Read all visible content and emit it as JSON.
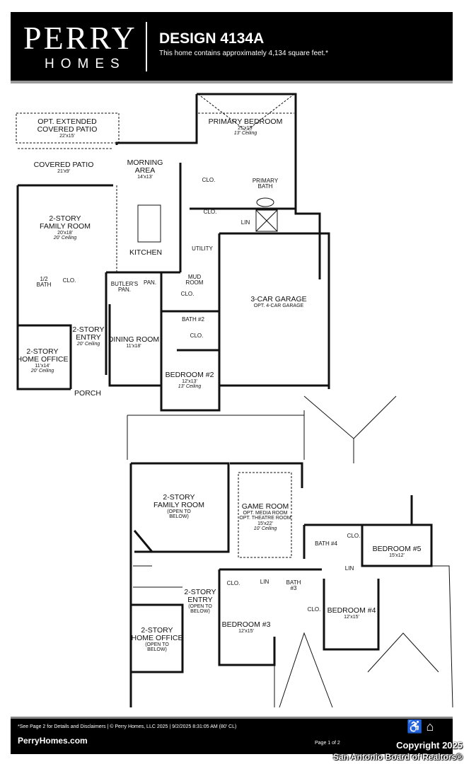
{
  "header": {
    "logo_main": "PERRY",
    "logo_sub": "HOMES",
    "title": "DESIGN 4134A",
    "subtitle": "This home contains approximately 4,134 square feet.*"
  },
  "first_floor": {
    "opt_patio": {
      "name1": "OPT. EXTENDED",
      "name2": "COVERED PATIO",
      "dim": "22'x15'"
    },
    "patio": {
      "name": "COVERED PATIO",
      "dim": "21'x9'"
    },
    "morning": {
      "name1": "MORNING",
      "name2": "AREA",
      "dim": "14'x13'"
    },
    "primary_bed": {
      "name": "PRIMARY BEDROOM",
      "dim": "21'x15'",
      "ceiling": "13' Ceiling"
    },
    "clo1": "CLO.",
    "primary_bath": {
      "name1": "PRIMARY",
      "name2": "BATH"
    },
    "clo2": "CLO.",
    "lin": "LIN",
    "family": {
      "name1": "2-STORY",
      "name2": "FAMILY ROOM",
      "dim": "20'x18'",
      "ceiling": "20' Ceiling"
    },
    "kitchen": "KITCHEN",
    "utility": "UTILITY",
    "half_bath": {
      "name1": "1/2",
      "name2": "BATH"
    },
    "clo3": "CLO.",
    "butlers": {
      "name1": "BUTLER'S",
      "name2": "PAN."
    },
    "pan": "PAN.",
    "mud": {
      "name1": "MUD",
      "name2": "ROOM"
    },
    "garage": {
      "name": "3-CAR GARAGE",
      "opt": "OPT. 4-CAR GARAGE"
    },
    "clo4": "CLO.",
    "bath2": "BATH #2",
    "clo5": "CLO.",
    "entry": {
      "name1": "2-STORY",
      "name2": "ENTRY",
      "ceiling": "20' Ceiling"
    },
    "dining": {
      "name": "DINING ROOM",
      "dim": "11'x18'"
    },
    "office": {
      "name1": "2-STORY",
      "name2": "HOME OFFICE",
      "dim": "11'x14'",
      "ceiling": "20' Ceiling"
    },
    "bed2": {
      "name": "BEDROOM #2",
      "dim": "12'x13'",
      "ceiling": "13' Ceiling"
    },
    "porch": "PORCH"
  },
  "second_floor": {
    "family": {
      "name1": "2-STORY",
      "name2": "FAMILY ROOM",
      "note1": "(OPEN TO",
      "note2": "BELOW)"
    },
    "game": {
      "name": "GAME ROOM",
      "opt1": "OPT. MEDIA ROOM",
      "opt2": "OPT. THEATRE ROOM",
      "dim": "15'x22'",
      "ceiling": "10' Ceiling"
    },
    "bath4": "BATH #4",
    "clo1": "CLO.",
    "bed5": {
      "name": "BEDROOM #5",
      "dim": "15'x12'"
    },
    "clo2": "CLO.",
    "lin1": "LIN",
    "lin2": "LIN",
    "bath3": {
      "name1": "BATH",
      "name2": "#3"
    },
    "entry": {
      "name1": "2-STORY",
      "name2": "ENTRY",
      "note1": "(OPEN TO",
      "note2": "BELOW)"
    },
    "clo3": "CLO.",
    "bed4": {
      "name": "BEDROOM #4",
      "dim": "12'x15'"
    },
    "bed3": {
      "name": "BEDROOM #3",
      "dim": "12'x15'"
    },
    "office": {
      "name1": "2-STORY",
      "name2": "HOME OFFICE",
      "note1": "(OPEN TO",
      "note2": "BELOW)"
    }
  },
  "footer": {
    "disclaimer": "*See Page 2 for Details and Disclaimers  |  © Perry Homes, LLC 2025  |  9/2/2025 8:31:05 AM        (80' CL)",
    "website": "PerryHomes.com",
    "page": "Page 1 of 2",
    "icons": [
      "accessibility-icon",
      "equal-housing-icon"
    ]
  },
  "watermark": {
    "line1": "Copyright 2025",
    "line2": "San Antonio Board of Realtors®"
  }
}
